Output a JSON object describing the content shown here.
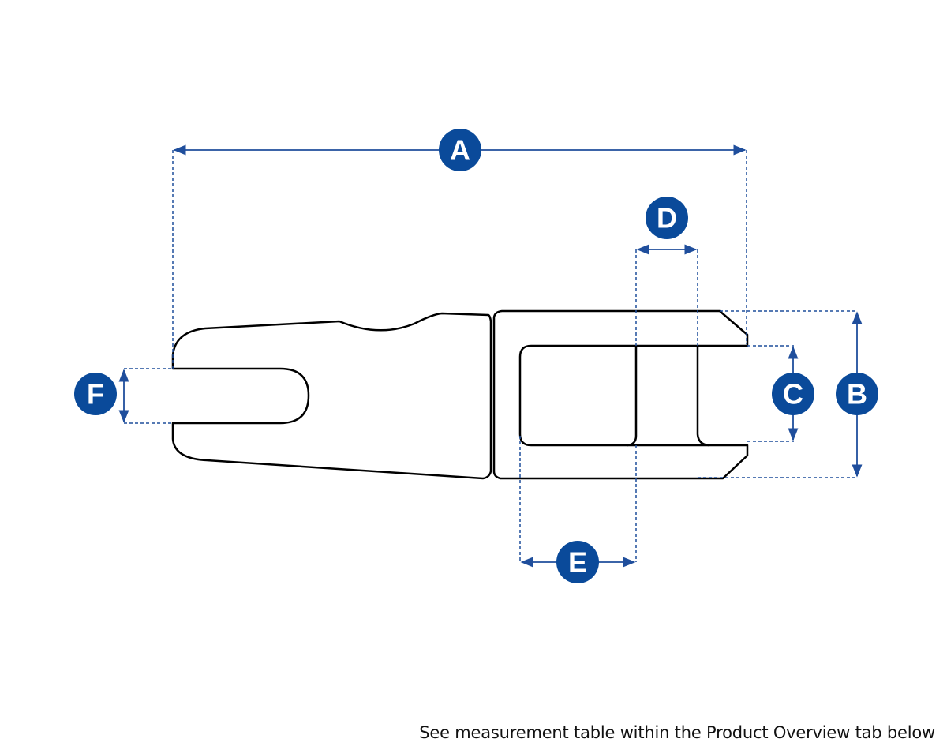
{
  "dimension_labels": {
    "a": "A",
    "b": "B",
    "c": "C",
    "d": "D",
    "e": "E",
    "f": "F"
  },
  "footnote": "See measurement table within the Product Overview tab below",
  "colors": {
    "dimension_blue": "#1f4e9c",
    "badge_blue": "#0a4a9a",
    "outline": "#000000"
  }
}
